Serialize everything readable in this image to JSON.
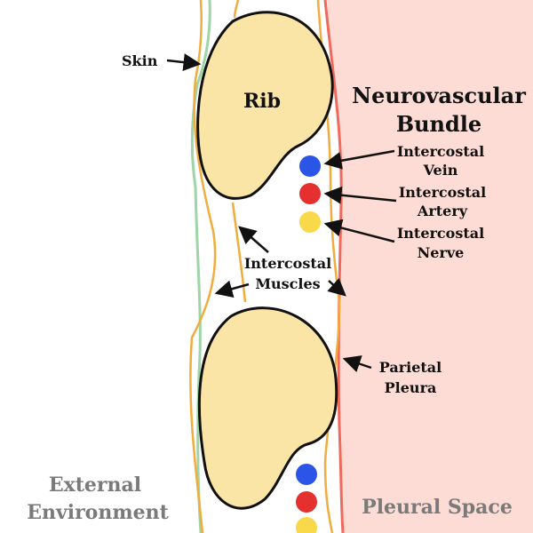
{
  "labels": {
    "skin": "Skin",
    "rib": "Rib",
    "nvb_line1": "Neurovascular",
    "nvb_line2": "Bundle",
    "vein_line1": "Intercostal",
    "vein_line2": "Vein",
    "artery_line1": "Intercostal",
    "artery_line2": "Artery",
    "nerve_line1": "Intercostal",
    "nerve_line2": "Nerve",
    "muscles_line1": "Intercostal",
    "muscles_line2": "Muscles",
    "pleura_line1": "Parietal",
    "pleura_line2": "Pleura"
  },
  "regions": {
    "external_line1": "External",
    "external_line2": "Environment",
    "pleural_space": "Pleural Space"
  },
  "colors": {
    "pleural_space": "#fddcd6",
    "pleura_line": "#ef6a5c",
    "skin_line": "#9ed4a6",
    "muscle_line": "#f0ac3c",
    "rib_fill": "#fbe5a6",
    "vein": "#2b55e6",
    "artery": "#e53030",
    "nerve": "#f9d84a",
    "text": "#111111",
    "region_text": "#7a7a7a"
  }
}
